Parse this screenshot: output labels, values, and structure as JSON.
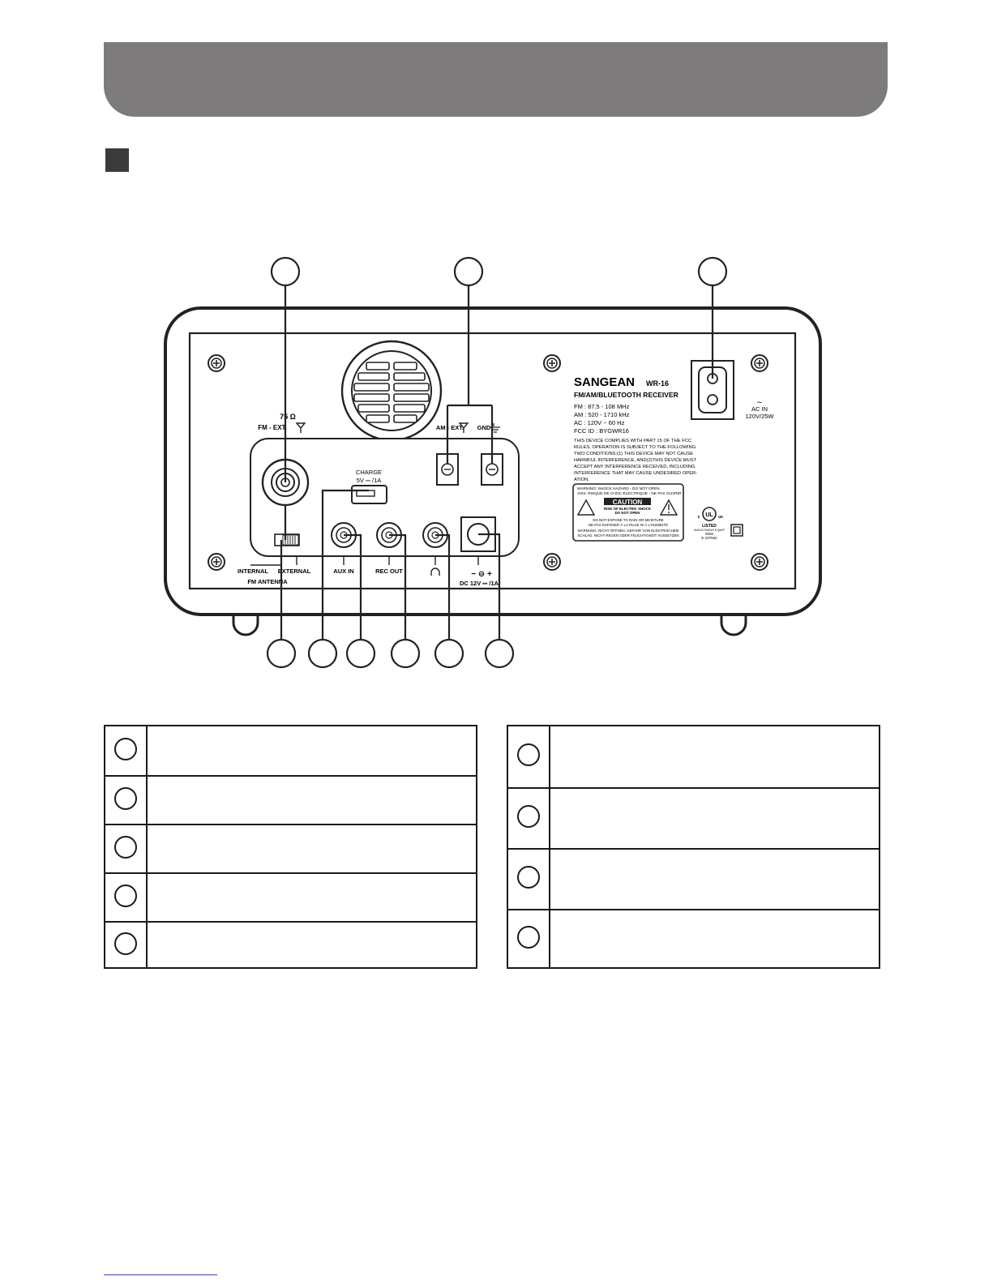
{
  "panel": {
    "brand": "SANGEAN",
    "model": "WR-16",
    "product": "FM/AM/BLUETOOTH RECEIVER",
    "specs": [
      "FM : 87.5 - 108  MHz",
      "AM : 520 - 1710 kHz",
      "AC : 120V ~ 60 Hz",
      "FCC ID : BYGWR16"
    ],
    "fcc_text": [
      "THIS DEVICE COMPLIES WITH PART 15 OF THE FCC",
      "RULES. OPERATION IS SUBJECT TO THE FOLLOWING",
      "TWO CONDITIONS:(1) THIS DEVICE MAY NOT CAUSE",
      "HARMFUL INTERFERENCE, AND(2)THIS DEVICE MUST",
      "ACCEPT ANY INTERFERENCE RECEIVED, INCLUDING",
      "INTERFERENCE THAT MAY CAUSE UNDESIRED OPER-",
      "ATION."
    ],
    "warning_top": [
      "WARNING: SHOCK HAZARD - DO NOT OPEN",
      "AVIS: RISQUE DE CHOC ÉLECTRIQUE - NE PAS OUVRIR"
    ],
    "caution": "CAUTION",
    "caution_sub": [
      "RISK OF ELECTRIC SHOCK",
      "DO NOT OPEN"
    ],
    "warning_bottom": [
      "DO NOT EXPOSE TO RAIN OR MOISTURE",
      "NE PAS EXPOSER À LA PLUIE NI À L'HUMIDITÉ",
      "WARNUNG: NICHT ÖFFNEN, GEFAHR VON ELEKTRISCHEM",
      "SCHLAG. NICHT REGEN ODER FEUCHTIGKEIT AUSSETZEN"
    ],
    "ul": {
      "c": "c",
      "ul": "UL",
      "us": "us",
      "listed": "LISTED",
      "line2": "AUDIO RADIO EQUIP",
      "line3": "0500",
      "line4": "E 237562"
    },
    "ac_in": {
      "symbol": "~",
      "label": "AC IN",
      "rating": "120V/25W"
    },
    "fm_ohm": "75 Ω",
    "fm_ext": "FM - EXT.",
    "am_ext": "AM - EXT.",
    "gnd": "GND",
    "charge": [
      "CHARGE",
      "5V ⎓ /1A"
    ],
    "internal": "INTERNAL",
    "external": "EXTERNAL",
    "fm_antenna": "FM ANTENNA",
    "aux_in": "AUX IN",
    "rec_out": "REC OUT",
    "dc_polarity": "− ⊖ +",
    "dc_label": "DC 12V ⎓ /1A"
  },
  "legend_left": [
    {
      "description": ""
    },
    {
      "description": ""
    },
    {
      "description": ""
    },
    {
      "description": ""
    },
    {
      "description": ""
    }
  ],
  "legend_right": [
    {
      "description": ""
    },
    {
      "description": ""
    },
    {
      "description": ""
    },
    {
      "description": ""
    }
  ]
}
